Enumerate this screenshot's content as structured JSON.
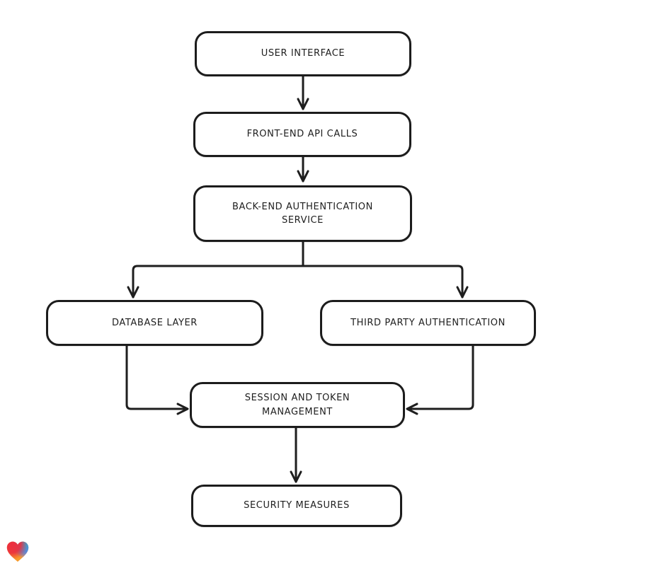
{
  "diagram": {
    "type": "flowchart",
    "style": "hand-drawn",
    "stroke_color": "#1e1e1e",
    "node_fill": "#ffffff",
    "background": "#ffffff",
    "nodes": [
      {
        "id": "user-interface",
        "label": "USER INTERFACE"
      },
      {
        "id": "front-end-api-calls",
        "label": "FRONT-END API CALLS"
      },
      {
        "id": "back-end-auth-service",
        "label": "BACK-END AUTHENTICATION\nSERVICE"
      },
      {
        "id": "database-layer",
        "label": "DATABASE LAYER"
      },
      {
        "id": "third-party-auth",
        "label": "THIRD PARTY AUTHENTICATION"
      },
      {
        "id": "session-token-management",
        "label": "SESSION AND TOKEN\nMANAGEMENT"
      },
      {
        "id": "security-measures",
        "label": "SECURITY MEASURES"
      }
    ],
    "edges": [
      {
        "from": "user-interface",
        "to": "front-end-api-calls"
      },
      {
        "from": "front-end-api-calls",
        "to": "back-end-auth-service"
      },
      {
        "from": "back-end-auth-service",
        "to": "database-layer"
      },
      {
        "from": "back-end-auth-service",
        "to": "third-party-auth"
      },
      {
        "from": "database-layer",
        "to": "session-token-management"
      },
      {
        "from": "third-party-auth",
        "to": "session-token-management"
      },
      {
        "from": "session-token-management",
        "to": "security-measures"
      }
    ]
  },
  "branding": {
    "logo": "heart-gradient-logo",
    "colors": {
      "red": "#ec2e3e",
      "blue": "#2aa9d2",
      "purple": "#8b5cf6",
      "orange": "#f79b2b"
    }
  }
}
